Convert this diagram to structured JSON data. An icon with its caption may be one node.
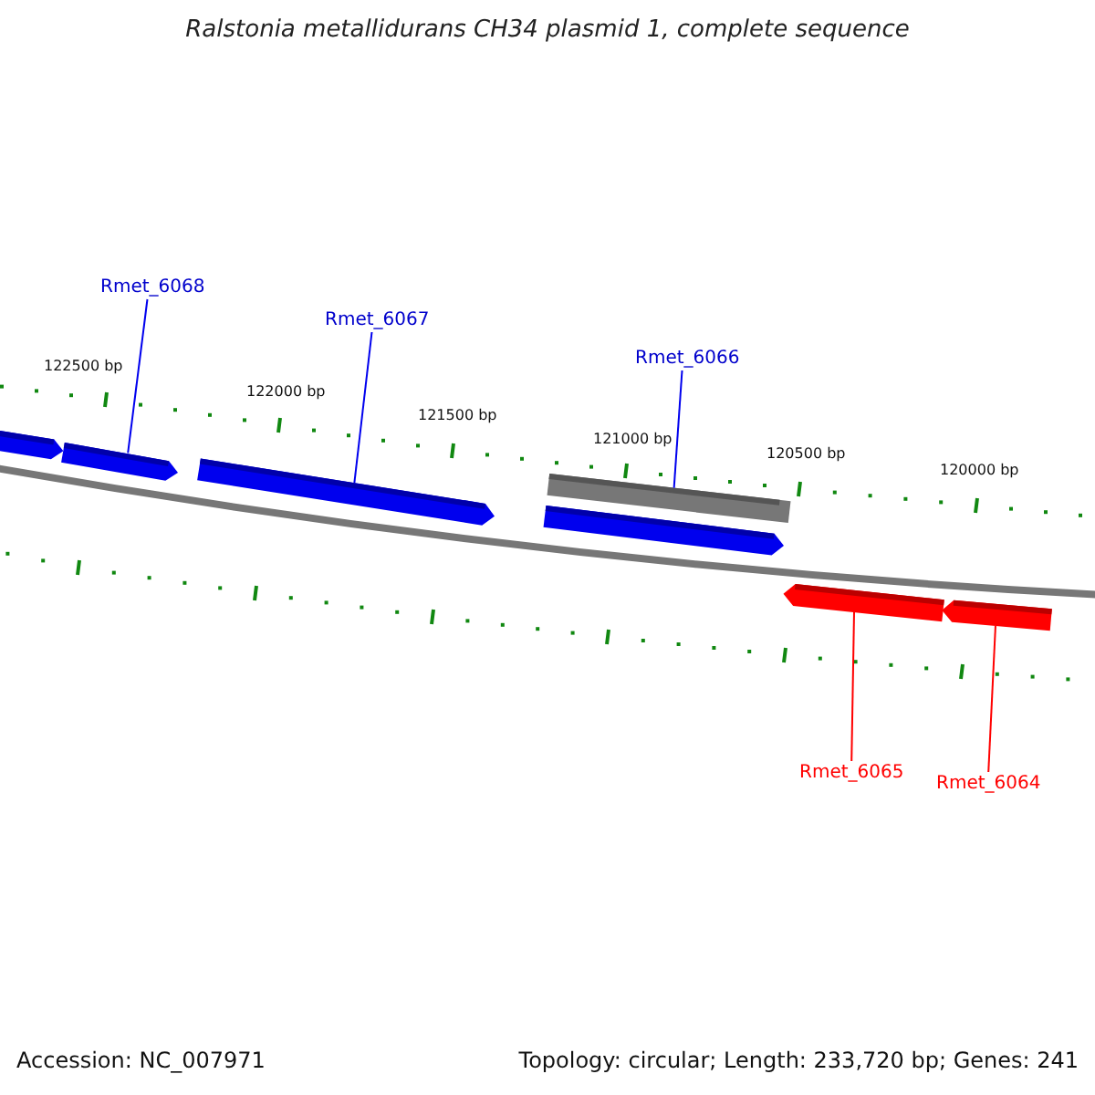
{
  "diagram": {
    "title": "Ralstonia metallidurans CH34 plasmid 1, complete sequence",
    "nodes": [
      {
        "text": [],
        "shape": "arrow"
      },
      {
        "text": [
          "Rmet_6068"
        ]
      },
      {
        "text": [],
        "shape": "arrow"
      },
      {
        "text": [
          "Rmet_6067"
        ]
      },
      {
        "text": [],
        "shape": "arrow"
      },
      {
        "text": [
          "Rmet_6066"
        ]
      },
      {
        "text": [],
        "shape": "bar"
      },
      {
        "text": [],
        "shape": "arrow"
      },
      {
        "text": [
          "Rmet_6065"
        ]
      },
      {
        "text": [],
        "shape": "arrow"
      },
      {
        "text": [
          "Rmet_6064"
        ]
      },
      {
        "text": [],
        "shape": "arrow"
      }
    ],
    "edges": [
      {
        "from": 1,
        "to": 2,
        "arrow": "none"
      },
      {
        "from": 3,
        "to": 4,
        "arrow": "none"
      },
      {
        "from": 5,
        "to": 6,
        "arrow": "none"
      },
      {
        "from": 8,
        "to": 9,
        "arrow": "none",
        "color": "#ff0000"
      },
      {
        "from": 10,
        "to": 11,
        "arrow": "none",
        "color": "#ff0000"
      }
    ],
    "labels": [
      "122500 bp",
      "122000 bp",
      "121500 bp",
      "121000 bp",
      "120500 bp",
      "120000 bp",
      "Accession: NC_007971",
      "Topology: circular; Length: 233,720 bp; Genes: 241"
    ]
  }
}
